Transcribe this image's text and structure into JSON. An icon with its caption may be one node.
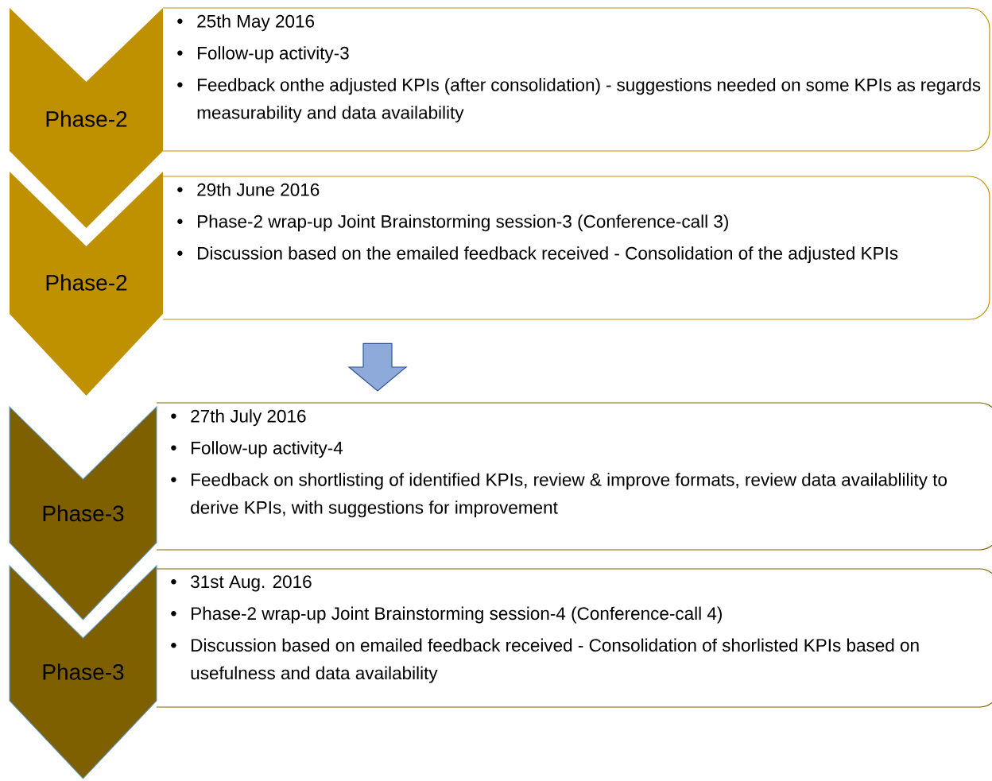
{
  "diagram": {
    "nodes": [
      {
        "text": [
          "Phase-2"
        ]
      },
      {
        "text": [
          "25th May 2016",
          "Follow-up activity-3",
          "Feedback onthe adjusted KPIs (after consolidation) - suggestions needed on some KPIs as regards measurability and data availability"
        ]
      },
      {
        "text": [
          "Phase-2"
        ]
      },
      {
        "text": [
          "29th June 2016",
          "Phase-2 wrap-up Joint Brainstorming session-3 (Conference-call 3)",
          "Discussion based on the emailed feedback received - Consolidation of the adjusted KPIs"
        ]
      },
      {
        "text": [
          "Phase-3"
        ]
      },
      {
        "text": [
          "27th July 2016",
          "Follow-up activity-4",
          "Feedback on shortlisting of identified KPIs, review & improve formats, review data availablility to derive KPIs, with suggestions for improvement"
        ]
      },
      {
        "text": [
          "Phase-3"
        ]
      },
      {
        "text": [
          "31st Aug. 2016",
          "Phase-2 wrap-up Joint Brainstorming session-4 (Conference-call 4)",
          "Discussion based on emailed feedback received - Consolidation of shorlisted KPIs based on usefulness and data availability"
        ]
      }
    ],
    "edges": [
      {
        "from": 3,
        "to": 5,
        "arrow": "to"
      }
    ]
  }
}
